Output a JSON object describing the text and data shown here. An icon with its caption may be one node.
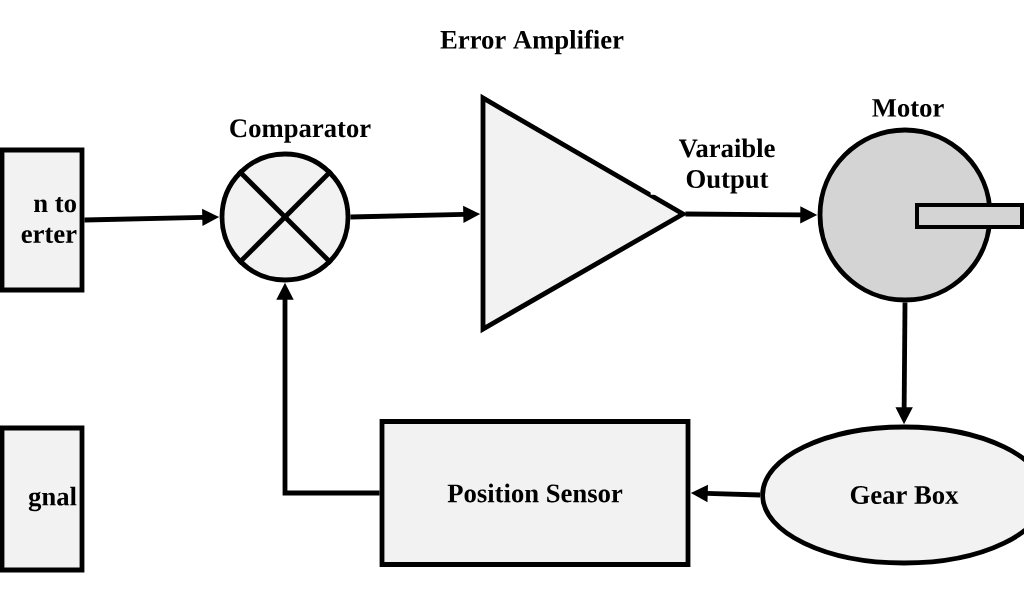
{
  "diagram": {
    "nodes": [
      {
        "text": [
          "n to erter"
        ]
      },
      {
        "text": [
          "gnal"
        ]
      },
      {
        "text": [
          "Comparator"
        ]
      },
      {
        "text": [
          "Error Amplifier"
        ]
      },
      {
        "text": [
          "Motor"
        ]
      },
      {
        "text": [
          "Gear Box"
        ]
      },
      {
        "text": [
          "Position Sensor"
        ]
      }
    ],
    "edges": [
      {
        "from": 0,
        "to": 2,
        "arrow": "to"
      },
      {
        "from": 2,
        "to": 3,
        "arrow": "to"
      },
      {
        "from": 3,
        "to": 4,
        "arrow": "to",
        "label": "Varaible Output"
      },
      {
        "from": 4,
        "to": 5,
        "arrow": "to"
      },
      {
        "from": 5,
        "to": 6,
        "arrow": "to"
      },
      {
        "from": 6,
        "to": 2,
        "arrow": "to"
      }
    ]
  }
}
